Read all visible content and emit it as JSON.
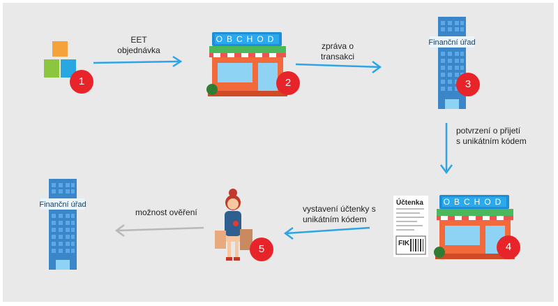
{
  "colors": {
    "background": "#e9e9e9",
    "arrow": "#2ea3e6",
    "arrow_muted": "#b8b8b8",
    "badge": "#e8242b",
    "store_wall": "#f26a3b",
    "store_sign": "#1e8fd6",
    "building": "#3a86c8"
  },
  "steps": [
    {
      "number": "1",
      "icon": "cubes-icon"
    },
    {
      "number": "2",
      "icon": "store-icon",
      "sign": "OBCHOD"
    },
    {
      "number": "3",
      "icon": "office-building-icon",
      "sign": "Finanční úřad"
    },
    {
      "number": "4",
      "icon": "store-with-receipt-icon",
      "sign": "OBCHOD",
      "receipt_title": "Účtenka",
      "receipt_code": "FIK"
    },
    {
      "number": "5",
      "icon": "customer-woman-icon"
    }
  ],
  "final_building": {
    "icon": "office-building-icon",
    "sign": "Finanční úřad"
  },
  "arrows": {
    "a1": {
      "line1": "EET",
      "line2": "objednávka"
    },
    "a2": {
      "line1": "zpráva o",
      "line2": "transakci"
    },
    "a3": {
      "line1": "potvrzení o přijetí",
      "line2": "s unikátním kódem"
    },
    "a4": {
      "line1": "vystavení účtenky s",
      "line2": "unikátním kódem"
    },
    "a5": {
      "line1": "možnost ověření"
    }
  }
}
